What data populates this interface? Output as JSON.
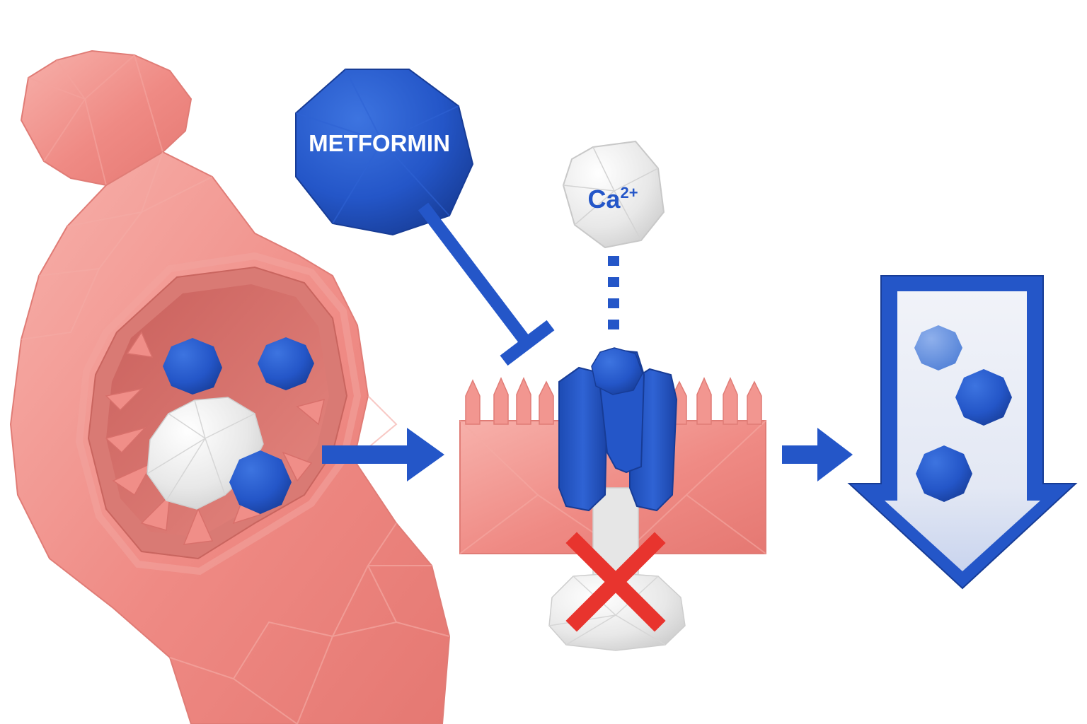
{
  "labels": {
    "drug": "METFORMIN",
    "ion_base": "Ca",
    "ion_charge": "2+"
  },
  "icons": {
    "intestine": "intestine-cross-section-icon",
    "channel": "calcium-channel-icon",
    "bone": "bone-icon",
    "blocked": "red-x-icon",
    "decrease": "down-arrow-icon"
  },
  "colors": {
    "tissue": "#f08a84",
    "tissue_light": "#f6aaa4",
    "tissue_dark": "#d86c68",
    "drug_blue": "#2456c8",
    "drug_blue_dark": "#173c96",
    "ion_grey": "#e6e6e6",
    "block_red": "#e8342e"
  }
}
